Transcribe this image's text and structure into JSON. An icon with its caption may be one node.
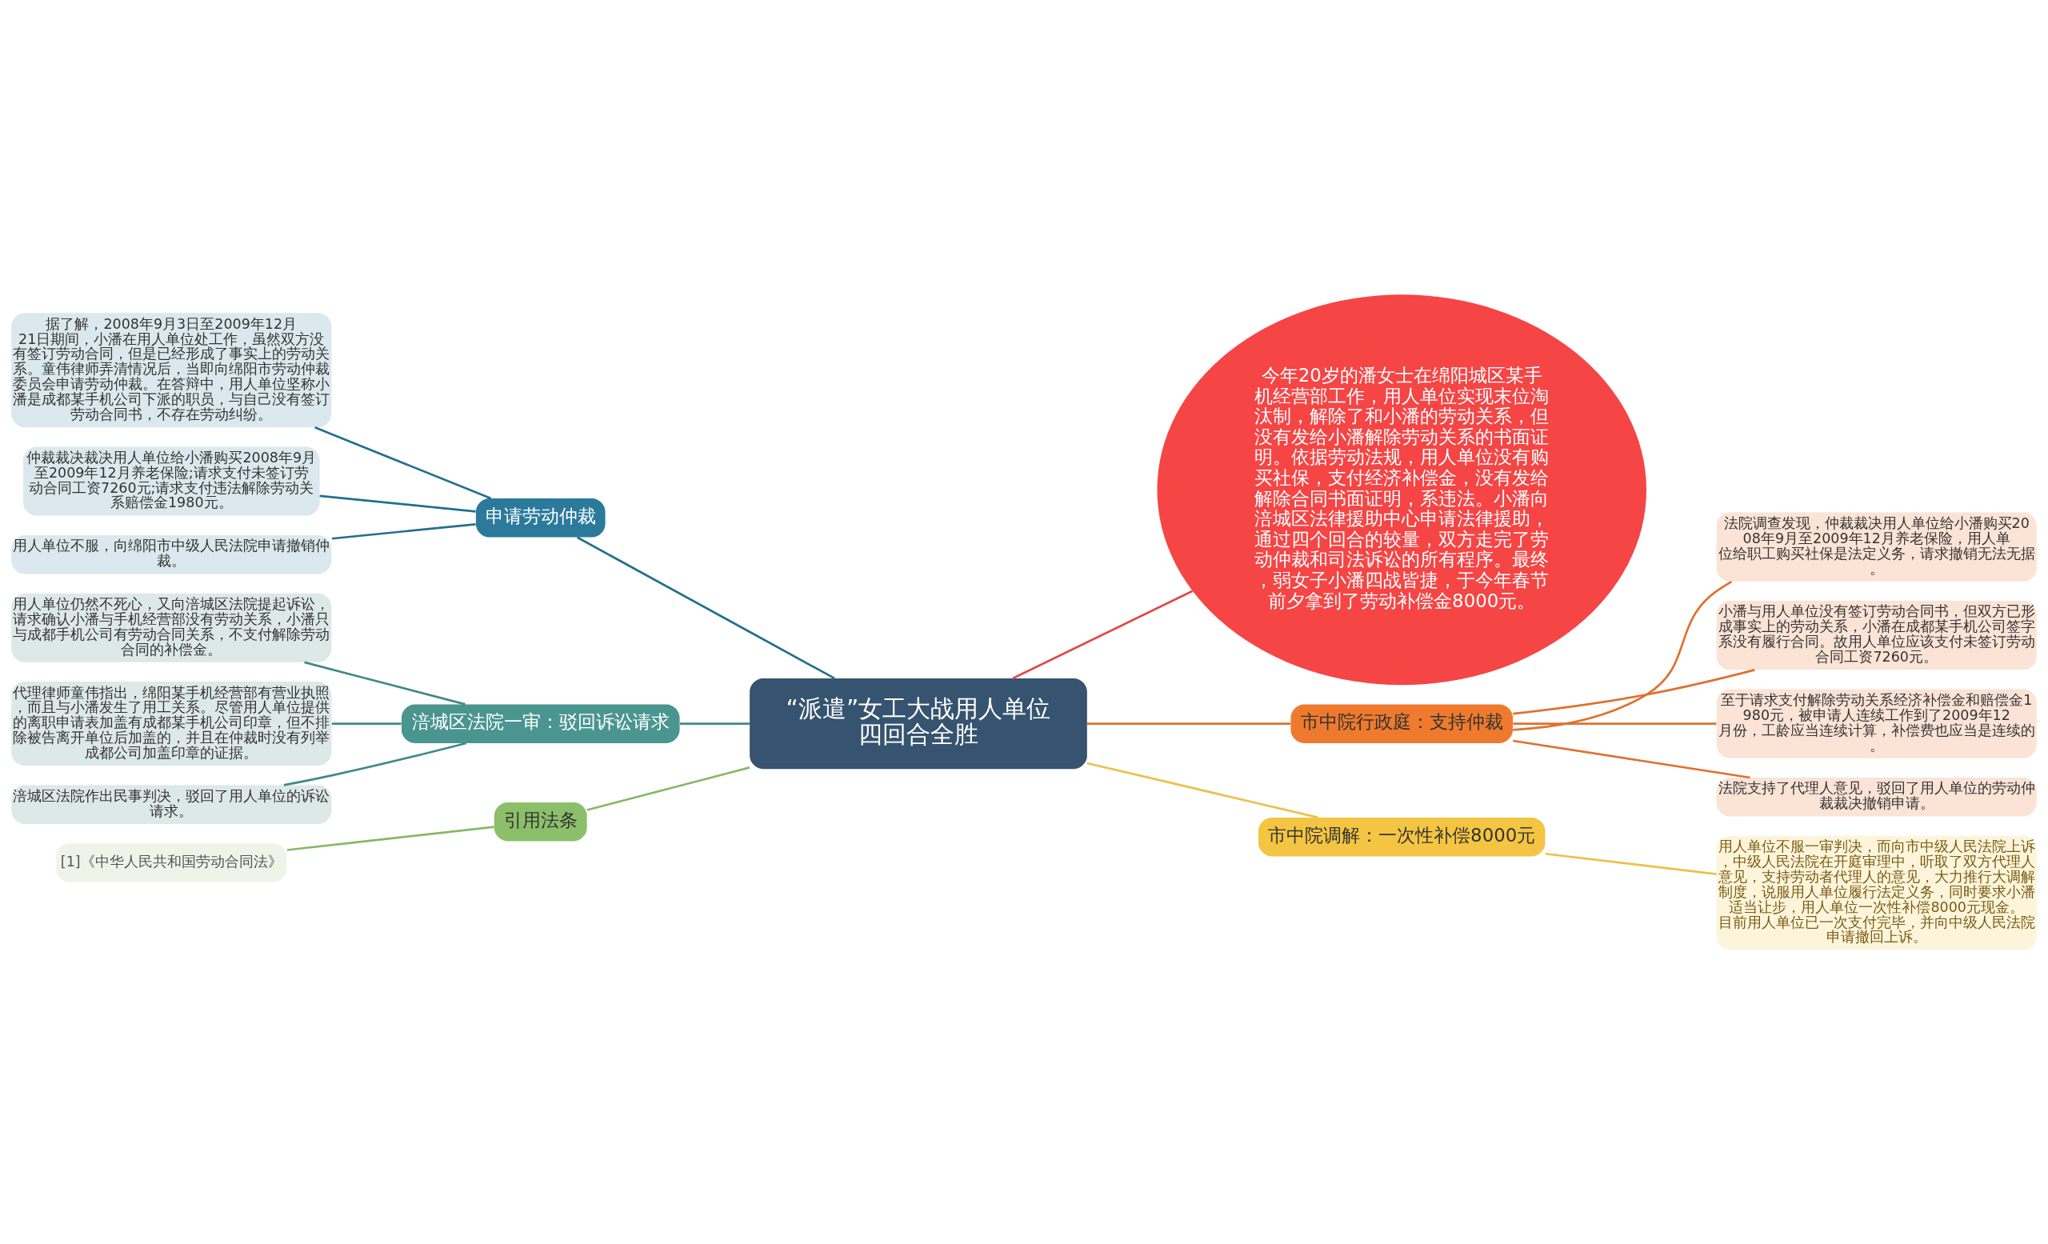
{
  "diagram": {
    "nodes": [
      {
        "text": [
          "“派遣”女工大战用人单位四回合全胜"
        ]
      },
      {
        "text": [
          "今年20岁的潘女士在绵阳城区某手机经营部工作，用人单位实现末位淘汰制，解除了和小潘的劳动关系，但没有发给小潘解除劳动关系的书面证明。依据劳动法规，用人单位没有购买社保，支付经济补偿金，没有发给解除合同书面证明，系违法。小潘向涪城区法律援助中心申请法律援助，通过四个回合的较量，双方走完了劳动仲裁和司法诉讼的所有程序。最终，弱女子小潘四战皆捷，于今年春节前夕拿到了劳动补偿金8000元。"
        ]
      },
      {
        "text": [
          "申请劳动仲裁"
        ]
      },
      {
        "text": [
          "据了解，2008年9月3日至2009年12月21日期间，小潘在用人单位处工作，虽然双方没有签订劳动合同，但是已经形成了事实上的劳动关系。童伟律师弄清情况后，当即向绵阳市劳动仲裁委员会申请劳动仲裁。在答辩中，用人单位坚称小潘是成都某手机公司下派的职员，与自己没有签订劳动合同书，不存在劳动纠纷。"
        ]
      },
      {
        "text": [
          "仲裁裁决裁决用人单位给小潘购买2008年9月至2009年12月养老保险;请求支付未签订劳动合同工资7260元;请求支付违法解除劳动关系赔偿金1980元。"
        ]
      },
      {
        "text": [
          "用人单位不服，向绵阳市中级人民法院申请撤销仲裁。"
        ]
      },
      {
        "text": [
          "涪城区法院一审：驳回诉讼请求"
        ]
      },
      {
        "text": [
          "用人单位仍然不死心，又向涪城区法院提起诉讼，请求确认小潘与手机经营部没有劳动关系，小潘只与成都手机公司有劳动合同关系，不支付解除劳动合同的补偿金。"
        ]
      },
      {
        "text": [
          "代理律师童伟指出，绵阳某手机经营部有营业执照，而且与小潘发生了用工关系。尽管用人单位提供的离职申请表加盖有成都某手机公司印章，但不排除被告离开单位后加盖的，并且在仲裁时没有列举成都公司加盖印章的证据。"
        ]
      },
      {
        "text": [
          "涪城区法院作出民事判决，驳回了用人单位的诉讼请求。"
        ]
      },
      {
        "text": [
          "引用法条"
        ]
      },
      {
        "text": [
          "[1]《中华人民共和国劳动合同法》"
        ]
      },
      {
        "text": [
          "市中院行政庭：支持仲裁"
        ]
      },
      {
        "text": [
          "法院调查发现，仲裁裁决用人单位给小潘购买2008年9月至2009年12月养老保险，用人单位给职工购买社保是法定义务，请求撤销无法无据。"
        ]
      },
      {
        "text": [
          "小潘与用人单位没有签订劳动合同书，但双方已形成事实上的劳动关系，小潘在成都某手机公司签字系没有履行合同。故用人单位应该支付未签订劳动合同工资7260元。"
        ]
      },
      {
        "text": [
          "至于请求支付解除劳动关系经济补偿金和赔偿金1980元，被申请人连续工作到了2009年12月份，工龄应当连续计算，补偿费也应当是连续的。"
        ]
      },
      {
        "text": [
          "法院支持了代理人意见，驳回了用人单位的劳动仲裁裁决撤销申请。"
        ]
      },
      {
        "text": [
          "市中院调解：一次性补偿8000元"
        ]
      },
      {
        "text": [
          "用人单位不服一审判决，而向市中级人民法院上诉，中级人民法院在开庭审理中，听取了双方代理人意见，支持劳动者代理人的意见，大力推行大调解制度，说服用人单位履行法定义务，同时要求小潘适当让步，用人单位一次性补偿8000元现金。目前用人单位已一次支付完毕，并向中级人民法院申请撤回上诉。"
        ]
      }
    ],
    "edges": [
      {
        "from": 0,
        "to": 1,
        "arrow": "none",
        "color": "#e04848"
      },
      {
        "from": 0,
        "to": 2,
        "arrow": "none",
        "color": "#236f8e"
      },
      {
        "from": 2,
        "to": 3,
        "arrow": "none",
        "color": "#236f8e"
      },
      {
        "from": 2,
        "to": 4,
        "arrow": "none",
        "color": "#236f8e"
      },
      {
        "from": 2,
        "to": 5,
        "arrow": "none",
        "color": "#236f8e"
      },
      {
        "from": 0,
        "to": 6,
        "arrow": "none",
        "color": "#3f8a86"
      },
      {
        "from": 6,
        "to": 7,
        "arrow": "none",
        "color": "#3f8a86"
      },
      {
        "from": 6,
        "to": 8,
        "arrow": "none",
        "color": "#3f8a86"
      },
      {
        "from": 6,
        "to": 9,
        "arrow": "none",
        "color": "#3f8a86"
      },
      {
        "from": 0,
        "to": 10,
        "arrow": "none",
        "color": "#86b86a"
      },
      {
        "from": 10,
        "to": 11,
        "arrow": "none",
        "color": "#86b86a"
      },
      {
        "from": 0,
        "to": 12,
        "arrow": "none",
        "color": "#e0702e"
      },
      {
        "from": 12,
        "to": 13,
        "arrow": "none",
        "color": "#e0702e"
      },
      {
        "from": 12,
        "to": 14,
        "arrow": "none",
        "color": "#e0702e"
      },
      {
        "from": 12,
        "to": 15,
        "arrow": "none",
        "color": "#e0702e"
      },
      {
        "from": 12,
        "to": 16,
        "arrow": "none",
        "color": "#e0702e"
      },
      {
        "from": 0,
        "to": 17,
        "arrow": "none",
        "color": "#ecc04a"
      },
      {
        "from": 17,
        "to": 18,
        "arrow": "none",
        "color": "#ecc04a"
      }
    ]
  }
}
